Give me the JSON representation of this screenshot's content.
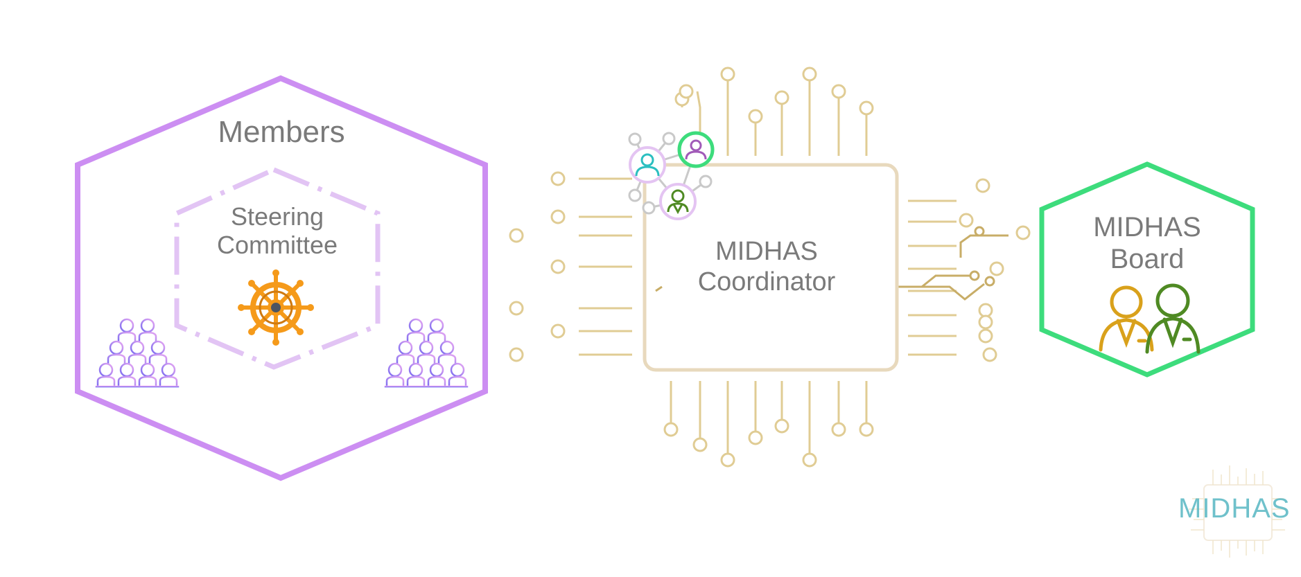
{
  "members": {
    "title": "Members"
  },
  "steering_committee": {
    "label_line1": "Steering",
    "label_line2": "Committee",
    "icon": "ship-wheel-icon"
  },
  "coordinator": {
    "label_line1": "MIDHAS",
    "label_line2": "Coordinator"
  },
  "board": {
    "label_line1": "MIDHAS",
    "label_line2": "Board",
    "icon": "two-persons-icon"
  },
  "logo": {
    "text": "MIDHAS"
  },
  "colors": {
    "members": "#cc8ef2",
    "steering": "#e2c4f4",
    "circuit": "#e0cc94",
    "circuit_dark": "#c8ad67",
    "chip_border": "#e8d9bd",
    "board": "#3ddc7c",
    "wheel": "#f59a1a",
    "person_gold": "#d9a11b",
    "person_green": "#4f8a23",
    "text": "#7a7a7a"
  }
}
